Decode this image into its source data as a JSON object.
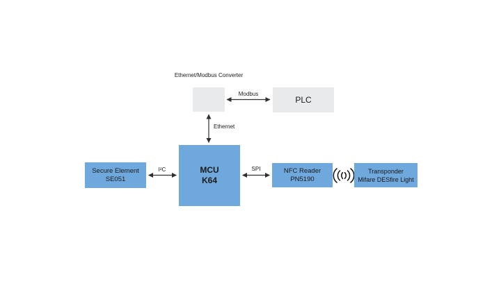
{
  "diagram": {
    "nodes": {
      "converter": {
        "label_line1": "Ethernet/Modbus",
        "label_line2": "Converter"
      },
      "plc": {
        "label": "PLC"
      },
      "mcu": {
        "label_line1": "MCU",
        "label_line2": "K64"
      },
      "secure_element": {
        "label_line1": "Secure Element",
        "label_line2": "SE051"
      },
      "nfc_reader": {
        "label_line1": "NFC Reader",
        "label_line2": "PN5190"
      },
      "transponder": {
        "label_line1": "Transponder",
        "label_line2": "Mifare DESfire Light"
      }
    },
    "links": {
      "modbus": {
        "label": "Modbus"
      },
      "ethernet": {
        "label": "Ethernet"
      },
      "i2c": {
        "label": "I²C"
      },
      "spi": {
        "label": "SPI"
      }
    },
    "icons": {
      "nfc_waves": "contactless-rf-waves"
    },
    "colors": {
      "node_blue": "#6fa8dc",
      "node_gray": "#e8eaeb",
      "line": "#2f2f2f",
      "text": "#1a1a1a",
      "background": "#ffffff"
    }
  }
}
